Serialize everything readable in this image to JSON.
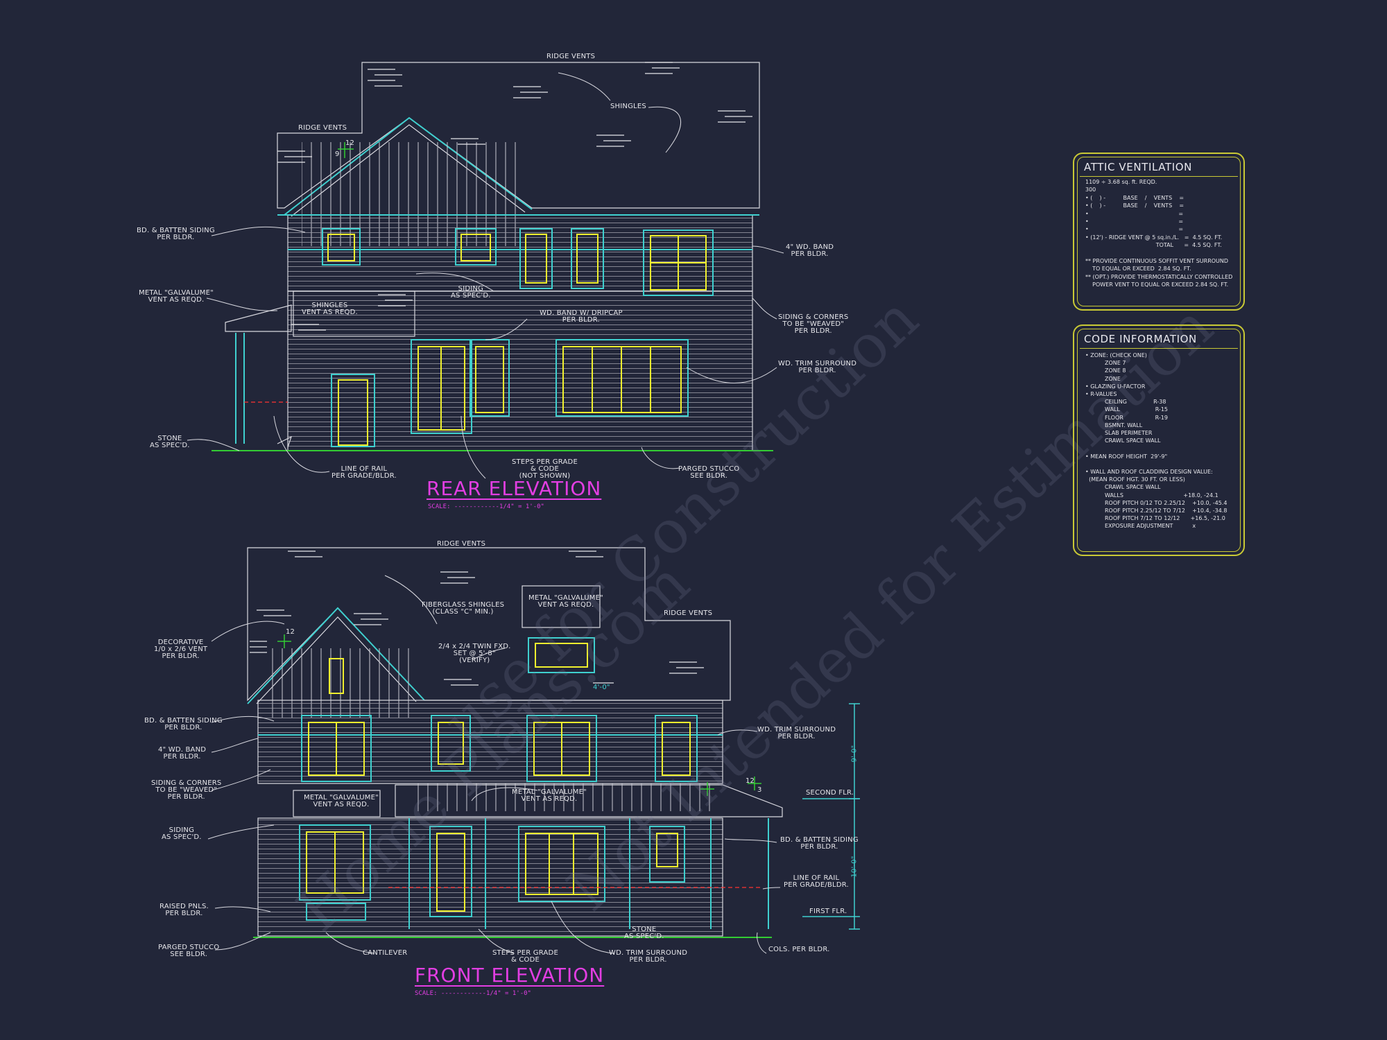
{
  "rear_elevation": {
    "title": "REAR ELEVATION",
    "scale": "SCALE: ------------1/4\" = 1'-0\"",
    "labels": {
      "ridge_vents_top": "RIDGE VENTS",
      "ridge_vents_left": "RIDGE VENTS",
      "shingles": "SHINGLES",
      "pitch_rise": "9",
      "pitch_run": "12",
      "bd_batten": "BD. & BATTEN SIDING\nPER BLDR.",
      "metal_vent": "METAL \"GALVALUME\"\nVENT AS REQD.",
      "shingles_vent": "SHINGLES\nVENT AS REQD.",
      "siding": "SIDING\nAS SPEC'D.",
      "wd_band_dripcap": "WD. BAND W/ DRIPCAP\nPER BLDR.",
      "wd_band_4in": "4\" WD. BAND\nPER BLDR.",
      "siding_corners": "SIDING & CORNERS\nTO BE \"WEAVED\"\nPER BLDR.",
      "wd_trim_surround": "WD. TRIM SURROUND\nPER BLDR.",
      "stone": "STONE\nAS SPEC'D.",
      "line_of_rail": "LINE OF RAIL\nPER GRADE/BLDR.",
      "steps_per_grade": "STEPS PER GRADE\n& CODE\n(NOT SHOWN)",
      "parged_stucco": "PARGED STUCCO\nSEE BLDR."
    }
  },
  "front_elevation": {
    "title": "FRONT ELEVATION",
    "scale": "SCALE: ------------1/4\" = 1'-0\"",
    "labels": {
      "ridge_vents_top": "RIDGE VENTS",
      "ridge_vents_right": "RIDGE VENTS",
      "fiberglass_shingles": "FIBERGLASS SHINGLES\n(CLASS \"C\" MIN.)",
      "metal_vent_top": "METAL \"GALVALUME\"\nVENT AS REQD.",
      "twin_fxd": "2/4 x 2/4 TWIN FXD.\nSET @ 5'-8\"\n(VERIFY)",
      "decorative_vent": "DECORATIVE\n1/0 x 2/6 VENT\nPER BLDR.",
      "pitch_run": "12",
      "pitch_rise_porch": "3",
      "pitch_run_porch": "12",
      "bd_batten": "BD. & BATTEN SIDING\nPER BLDR.",
      "wd_band_4in": "4\" WD. BAND\nPER BLDR.",
      "siding_corners": "SIDING & CORNERS\nTO BE \"WEAVED\"\nPER BLDR.",
      "metal_vent_mid": "METAL \"GALVALUME\"\nVENT AS REQD.",
      "metal_vent_porch": "METAL \"GALVALUME\"\nVENT AS REQD.",
      "siding": "SIDING\nAS SPEC'D.",
      "raised_pnls": "RAISED PNLS.\nPER BLDR.",
      "parged_stucco": "PARGED STUCCO\nSEE BLDR.",
      "cantilever": "CANTILEVER",
      "steps_per_grade": "STEPS PER GRADE\n& CODE",
      "wd_trim_surround_bottom": "WD. TRIM SURROUND\nPER BLDR.",
      "stone": "STONE\nAS SPEC'D.",
      "cols": "COLS. PER BLDR.",
      "wd_trim_surround_right": "WD. TRIM SURROUND\nPER BLDR.",
      "bd_batten_right": "BD. & BATTEN SIDING\nPER BLDR.",
      "line_of_rail": "LINE OF RAIL\nPER GRADE/BLDR.",
      "second_flr": "SECOND FLR.",
      "first_flr": "FIRST FLR.",
      "dim_upper": "9'-0\"",
      "dim_lower": "10'-0\"",
      "dim_vent": "4'-0\""
    }
  },
  "attic_ventilation": {
    "heading": "ATTIC VENTILATION",
    "lines": [
      "1109 ÷ 3.68 sq. ft. REQD.",
      "300",
      "• (    ) -          BASE    /    VENTS    =",
      "• (    ) -          BASE    /    VENTS    =",
      "•                                                   =",
      "•                                                   =",
      "•                                                   =",
      "• (12') - RIDGE VENT @ 5 sq.in./L.   =  4.5 SQ. FT.",
      "                                        TOTAL      =  4.5 SQ. FT.",
      "",
      "** PROVIDE CONTINUOUS SOFFIT VENT SURROUND",
      "    TO EQUAL OR EXCEED  2.84 SQ. FT.",
      "** (OPT.) PROVIDE THERMOSTATICALLY CONTROLLED",
      "    POWER VENT TO EQUAL OR EXCEED 2.84 SQ. FT."
    ]
  },
  "code_information": {
    "heading": "CODE INFORMATION",
    "lines": [
      "• ZONE: (CHECK ONE)",
      "           ZONE 7",
      "           ZONE 8",
      "           ZONE",
      "• GLAZING U-FACTOR",
      "• R-VALUES",
      "           CEILING               R-38",
      "           WALL                    R-15",
      "           FLOOR                  R-19",
      "           BSMNT. WALL",
      "           SLAB PERIMETER",
      "           CRAWL SPACE WALL",
      "",
      "• MEAN ROOF HEIGHT  29'-9\"",
      "",
      "• WALL AND ROOF CLADDING DESIGN VALUE:",
      "  (MEAN ROOF HGT. 30 FT. OR LESS)",
      "           CRAWL SPACE WALL",
      "           WALLS                                  +18.0, -24.1",
      "           ROOF PITCH 0/12 TO 2.25/12    +10.0, -45.4",
      "           ROOF PITCH 2.25/12 TO 7/12    +10.4, -34.8",
      "           ROOF PITCH 7/12 TO 12/12      +16.5, -21.0",
      "           EXPOSURE ADJUSTMENT           x"
    ]
  },
  "watermark": [
    "Home Plans.com",
    "use for Construction",
    "Not Intended for Estimation"
  ],
  "colors": {
    "background": "#222639",
    "line": "#d9d9e0",
    "cyan": "#3fd0cf",
    "yellow": "#f0f02e",
    "magenta": "#e23ee2",
    "green": "#33cc33",
    "red": "#ff3333",
    "box": "#c9c935"
  }
}
